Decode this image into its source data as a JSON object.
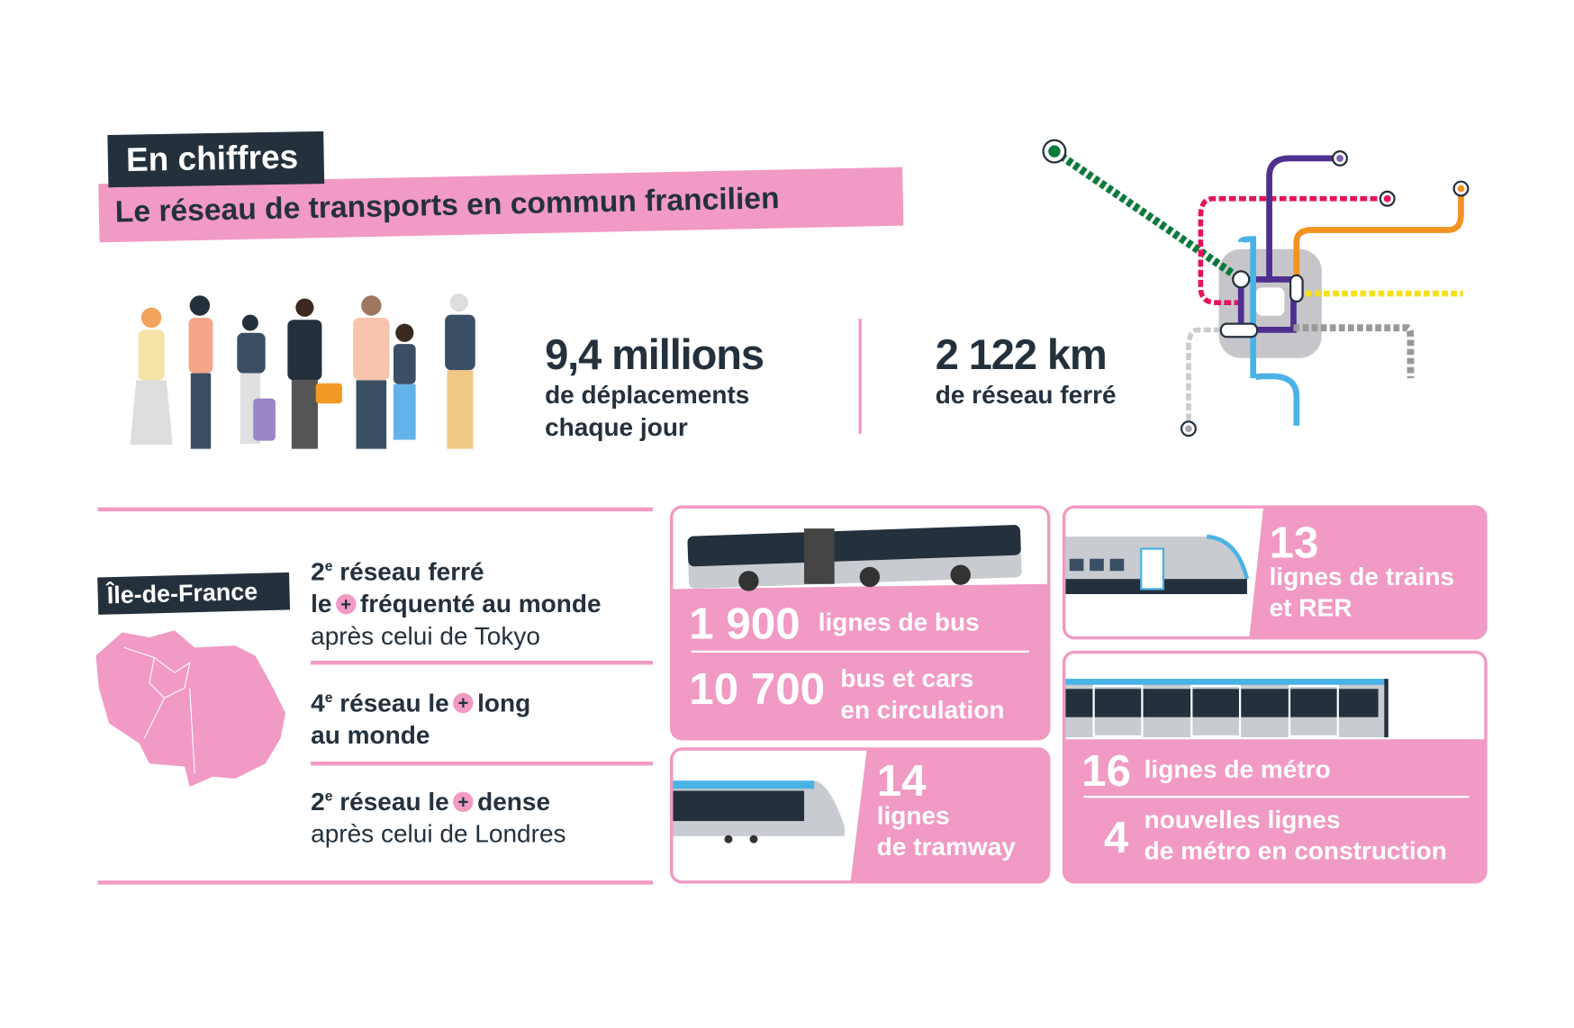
{
  "header": {
    "tag": "En chiffres",
    "title": "Le réseau de transports en commun francilien"
  },
  "stats": [
    {
      "value": "9,4 millions",
      "line1": "de déplacements",
      "line2": "chaque jour"
    },
    {
      "value": "2 122 km",
      "line1": "de réseau ferré"
    }
  ],
  "region": {
    "label": "Île-de-France"
  },
  "facts": [
    {
      "num": "2",
      "sup": "e",
      "l1a": "réseau ferré",
      "l2a": "le",
      "l2b": "fréquenté au monde",
      "l3": "après celui de Tokyo"
    },
    {
      "num": "4",
      "sup": "e",
      "l1a": "réseau le",
      "l1b": "long",
      "l2": "au monde"
    },
    {
      "num": "2",
      "sup": "e",
      "l1a": "réseau le",
      "l1b": "dense",
      "l2": "après celui de Londres"
    }
  ],
  "plus_symbol": "+",
  "bus": {
    "v1": "1 900",
    "l1": "lignes de bus",
    "v2": "10 700",
    "l2a": "bus et cars",
    "l2b": "en circulation"
  },
  "trains": {
    "v": "13",
    "l1": "lignes de trains",
    "l2": "et RER"
  },
  "tram": {
    "v": "14",
    "l1": "lignes",
    "l2": "de tramway"
  },
  "metro": {
    "v1": "16",
    "l1": "lignes de métro",
    "v2": "4",
    "l2a": "nouvelles lignes",
    "l2b": "de métro en construction"
  },
  "colors": {
    "pink": "#f19ac3",
    "dark": "#24313d"
  }
}
